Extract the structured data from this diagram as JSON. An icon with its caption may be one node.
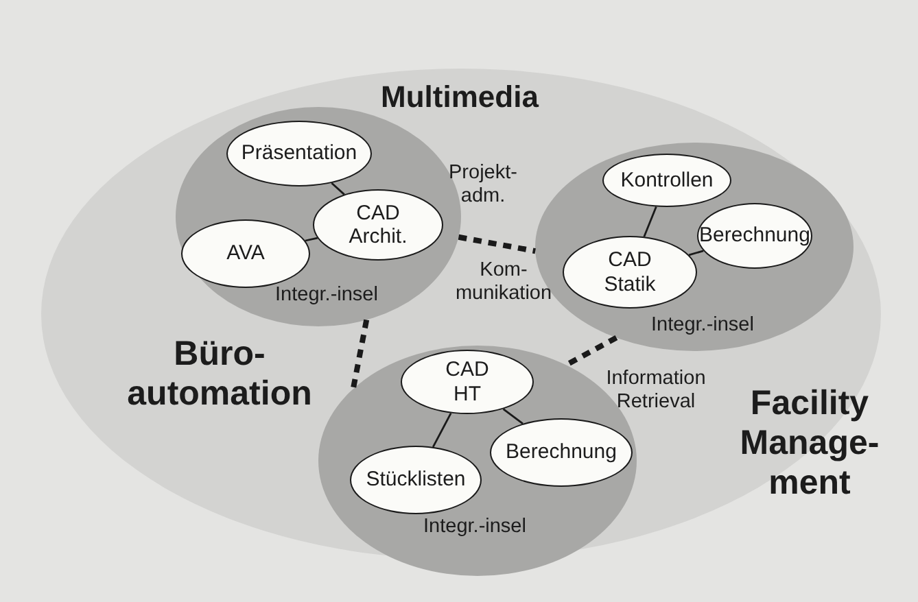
{
  "diagram": {
    "nodes": [
      {
        "text": [
          "Multimedia",
          "Büro- automation",
          "Facility Manage- ment",
          "Projekt- adm.",
          "Kom- munikation",
          "Information Retrieval"
        ]
      },
      {
        "text": [
          "Integr.-insel"
        ],
        "in": 0
      },
      {
        "text": [
          "Präsentation"
        ],
        "in": 1
      },
      {
        "text": [
          "CAD Archit."
        ],
        "in": 1
      },
      {
        "text": [
          "AVA"
        ],
        "in": 1
      },
      {
        "text": [
          "Integr.-insel"
        ],
        "in": 0
      },
      {
        "text": [
          "Kontrollen"
        ],
        "in": 5
      },
      {
        "text": [
          "CAD Statik"
        ],
        "in": 5
      },
      {
        "text": [
          "Berechnung"
        ],
        "in": 5
      },
      {
        "text": [
          "Integr.-insel"
        ],
        "in": 0
      },
      {
        "text": [
          "CAD HT"
        ],
        "in": 9
      },
      {
        "text": [
          "Berechnung"
        ],
        "in": 9
      },
      {
        "text": [
          "Stücklisten"
        ],
        "in": 9
      }
    ],
    "edges": [
      {
        "from": 2,
        "to": 3,
        "arrow": "none"
      },
      {
        "from": 3,
        "to": 4,
        "arrow": "none"
      },
      {
        "from": 6,
        "to": 7,
        "arrow": "none"
      },
      {
        "from": 7,
        "to": 8,
        "arrow": "none"
      },
      {
        "from": 10,
        "to": 12,
        "arrow": "none"
      },
      {
        "from": 10,
        "to": 11,
        "arrow": "none"
      },
      {
        "from": 1,
        "to": 5,
        "arrow": "none",
        "style": "dashed"
      },
      {
        "from": 1,
        "to": 9,
        "arrow": "none",
        "style": "dashed"
      },
      {
        "from": 5,
        "to": 9,
        "arrow": "none",
        "style": "dashed"
      }
    ]
  }
}
